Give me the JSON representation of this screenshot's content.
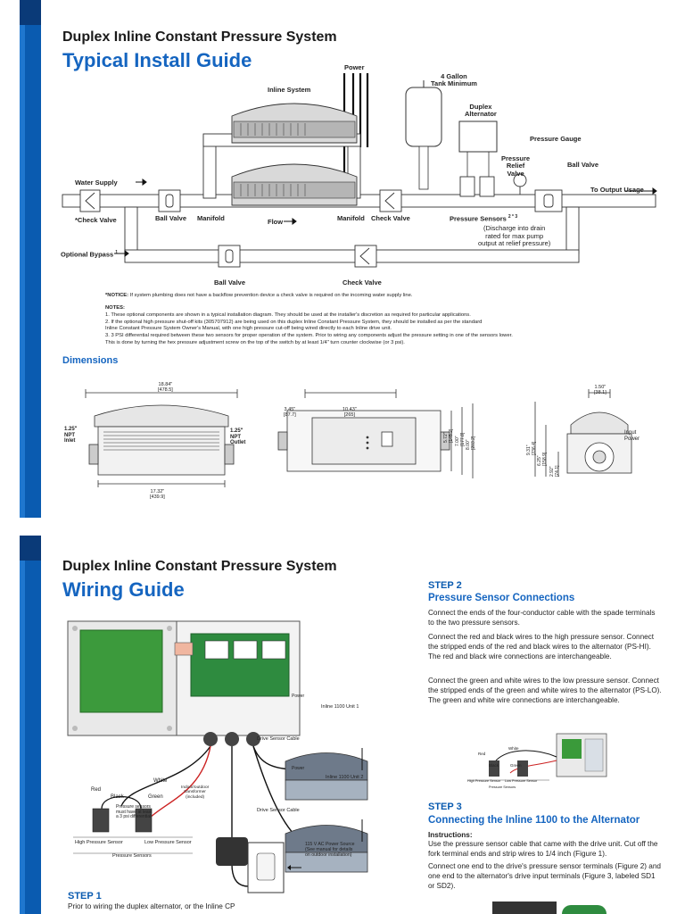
{
  "page1": {
    "system_title": "Duplex Inline Constant Pressure System",
    "guide_title": "Typical Install Guide",
    "labels": {
      "power": "Power",
      "tank": "4 Gallon\nTank Minimum",
      "inline_system": "Inline System",
      "duplex_alternator": "Duplex\nAlternator",
      "pressure_gauge": "Pressure Gauge",
      "pressure_relief_valve": "Pressure\nRelief\nValve",
      "ball_valve_right": "Ball Valve",
      "water_supply": "Water Supply",
      "to_output": "To Output Usage",
      "check_valve_left": "*Check Valve",
      "ball_valve_left": "Ball Valve",
      "manifold_left": "Manifold",
      "flow": "Flow",
      "manifold_right": "Manifold",
      "check_valve_mid": "Check Valve",
      "pressure_sensors": "Pressure Sensors",
      "pressure_sensors_sup": "2 * 3",
      "discharge_note": "(Discharge into drain\nrated for max pump\noutput at relief pressure)",
      "optional_bypass": "Optional Bypass",
      "optional_bypass_sup": "1",
      "ball_valve_bottom": "Ball Valve",
      "check_valve_bottom": "Check Valve"
    },
    "notice_label": "*NOTICE:",
    "notice_text": "If system plumbing does not have a backflow prevention device a check valve is required on the incoming water supply line.",
    "notes_title": "NOTES:",
    "notes": [
      "1.  These optional components are shown in a typical installation diagram. They should be used at the installer's discretion as required for particular applications.",
      "2.  If the optional high pressure shut-off kits (305707912) are being used on this duplex Inline Constant Pressure System, they should be installed as per the standard",
      "     Inline Constant Pressure System Owner's Manual, with one high pressure cut-off being wired directly to each Inline drive unit.",
      "3.  3 PSI differential required between these two sensors for proper operation of the system. Prior to wiring any components adjust the pressure setting in one of the sensors lower.",
      "     This is done by turning the hex pressure adjustment screw on the top of the switch by at least 1/4\" turn counter clockwise (or 3 psi)."
    ],
    "dimensions_title": "Dimensions",
    "dims": {
      "d1": "18.84\"",
      "d1b": "[478.5]",
      "npt_inlet": "1.25\"\nNPT\nInlet",
      "npt_outlet": "1.25\"\nNPT\nOutlet",
      "d2": "17.32\"",
      "d2b": "[439.9]",
      "d3": "3.45\"",
      "d3b": "[87.7]",
      "d4": "10.43\"",
      "d4b": "[265]",
      "d5": "5.72\"\n[145.2]",
      "d6": "7.00\"\n[177.8]",
      "d7": "8.00\"\n[203.2]",
      "d8": "1.50\"",
      "d8b": "[38.1]",
      "input_power": "Input\nPower",
      "d9": "9.31\"\n[236.4]",
      "d10": "6.25\"\n[158.9]",
      "d11": "2.92\"\n[74.1]"
    }
  },
  "page2": {
    "system_title": "Duplex Inline Constant Pressure System",
    "guide_title": "Wiring Guide",
    "diagram": {
      "power1": "Power",
      "unit1": "Inline 1100 Unit 1",
      "drive_sensor_cable1": "Drive Sensor Cable",
      "power2": "Power",
      "unit2": "Inline 1100 Unit 2",
      "drive_sensor_cable2": "Drive Sensor Cable",
      "transformer": "Indoor/outdoor\ntransformer\n(included)",
      "white": "White",
      "red": "Red",
      "black": "Black",
      "green": "Green",
      "sensor_note": "Pressure sensors\nmust have at least\na 3 psi differential",
      "high_sensor": "High Pressure Sensor",
      "low_sensor": "Low Pressure Sensor",
      "pressure_sensors": "Pressure Sensors",
      "power_source": "115 V AC Power Source\n(See manual for details\non outdoor installation)"
    },
    "step1_label": "STEP 1",
    "step1_text": "Prior to wiring the duplex alternator, or the Inline CP",
    "step2_label": "STEP 2",
    "step2_title": "Pressure Sensor Connections",
    "step2_paras": [
      "Connect the ends of the four-conductor cable with the spade terminals to the two pressure sensors.",
      "Connect the red and black wires to the high pressure sensor. Connect the stripped ends of the red and black wires to the alternator (PS-HI). The red and black wire connections are interchangeable.",
      "Connect the green and white wires to the low pressure sensor. Connect the stripped ends of the green and white wires to the alternator (PS-LO). The green and white wire connections are interchangeable."
    ],
    "mini": {
      "red": "Red",
      "white": "White",
      "black": "Black",
      "green": "Green",
      "high": "High Pressure Sensor",
      "low": "Low Pressure Sensor",
      "sensors": "Pressure Sensors"
    },
    "step3_label": "STEP 3",
    "step3_title": "Connecting the Inline 1100 to the Alternator",
    "step3_instructions": "Instructions:",
    "step3_paras": [
      "Use the pressure sensor cable that came with the drive unit. Cut off the fork terminal ends and strip wires to 1/4 inch (Figure 1).",
      "Connect one end to the drive's pressure sensor terminals (Figure 2) and one end to the alternator's drive input terminals (Figure 3, labeled SD1 or SD2)."
    ]
  }
}
